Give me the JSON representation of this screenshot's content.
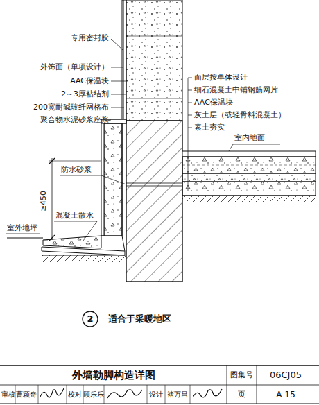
{
  "diagram": {
    "labels": [
      "专用密封胶",
      "外饰面（单项设计）",
      "AAC保温块",
      "2～3厚粘结剂",
      "200宽耐碱玻纤网格布",
      "聚合物水泥砂浆座浆",
      "面层按单体设计",
      "细石混凝土中铺钢筋网片",
      "AAC保温块",
      "灰土层（或轻骨料混凝土）",
      "素土夯实",
      "室内地面",
      "防水砂浆",
      "≥450",
      "混凝土散水",
      "室外地坪",
      "2",
      "适合于采暖地区",
      "外墙勒脚构造详图",
      "图集号",
      "06CJ05",
      "审核",
      "曹颖奇",
      "校对",
      "顾乐乐",
      "设计",
      "褚万昌",
      "页",
      "A-15"
    ]
  }
}
